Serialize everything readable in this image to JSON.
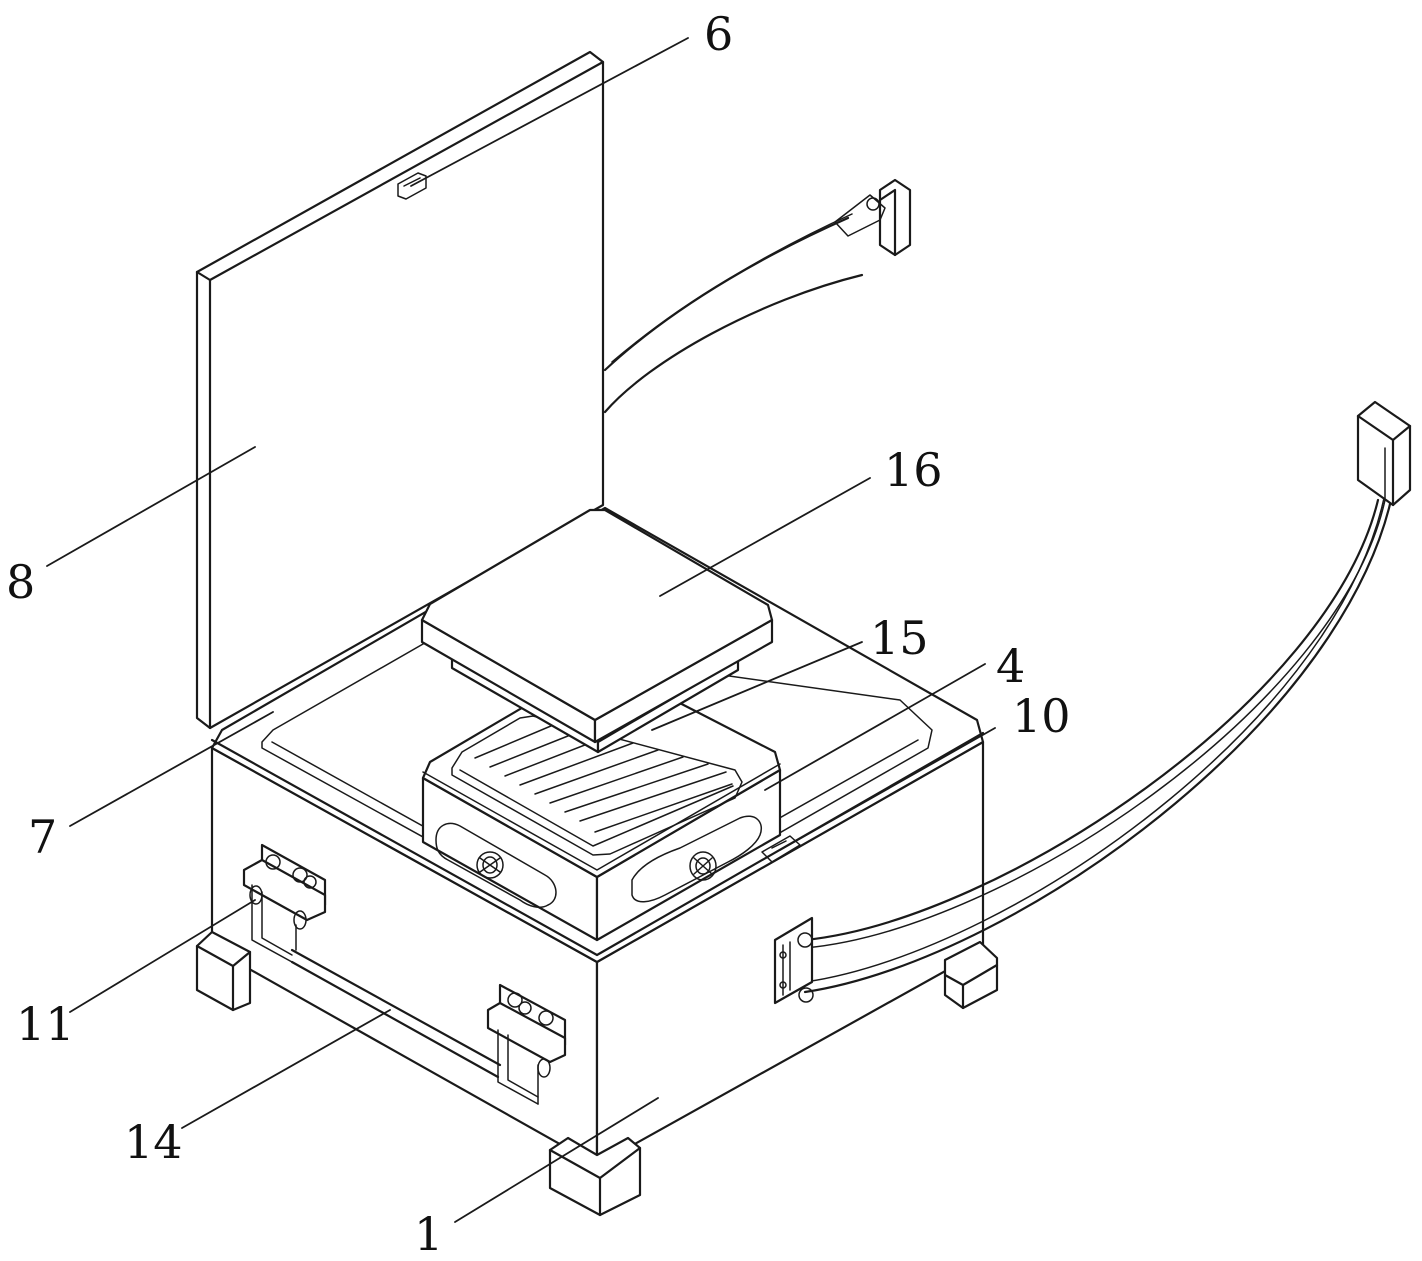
{
  "labels": {
    "l1": "1",
    "l4": "4",
    "l6": "6",
    "l7": "7",
    "l8": "8",
    "l10": "10",
    "l11": "11",
    "l14": "14",
    "l15": "15",
    "l16": "16"
  },
  "colors": {
    "line": "#1a1a1a",
    "background": "#ffffff"
  }
}
